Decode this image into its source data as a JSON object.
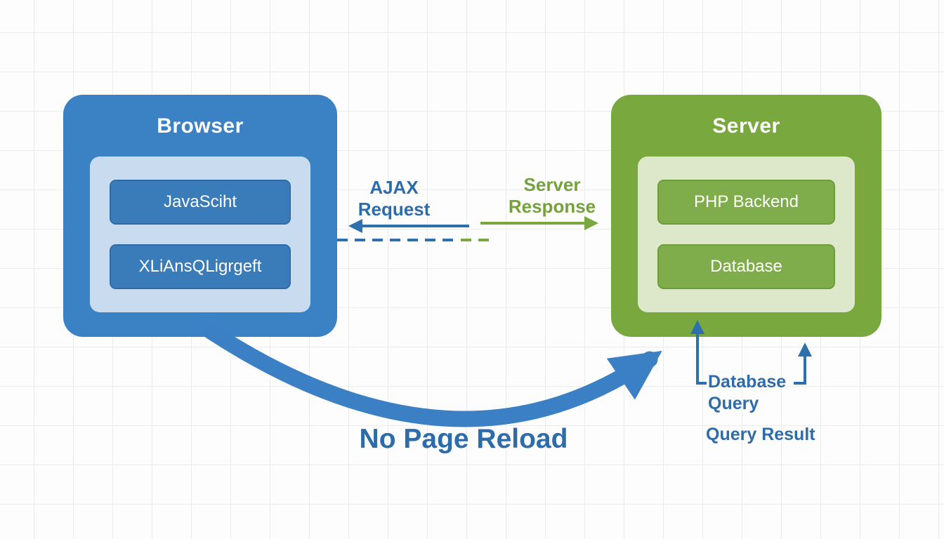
{
  "browser": {
    "title": "Browser",
    "boxes": [
      "JavaSciht",
      "XLiAnsQLigrgeft"
    ]
  },
  "server": {
    "title": "Server",
    "boxes": [
      "PHP Backend",
      "Database"
    ]
  },
  "flow_labels": {
    "ajax_request": {
      "line1": "AJAX",
      "line2": "Request"
    },
    "server_response": {
      "line1": "Server",
      "line2": "Response"
    },
    "no_page_reload": "No Page Reload",
    "database_query": {
      "line1": "Database",
      "line2": "Query"
    },
    "query_result": "Query Result"
  },
  "colors": {
    "browser_blue": "#3b82c4",
    "browser_inner_blue": "#c9dcef",
    "sub_box_blue": "#3a7cba",
    "server_green": "#79a83f",
    "server_inner_green": "#dde8cb",
    "sub_box_green": "#80ad4b",
    "label_blue": "#2d6ca9",
    "label_green": "#75a23c",
    "background": "#fdfdfd",
    "grid_line": "#ececec"
  }
}
